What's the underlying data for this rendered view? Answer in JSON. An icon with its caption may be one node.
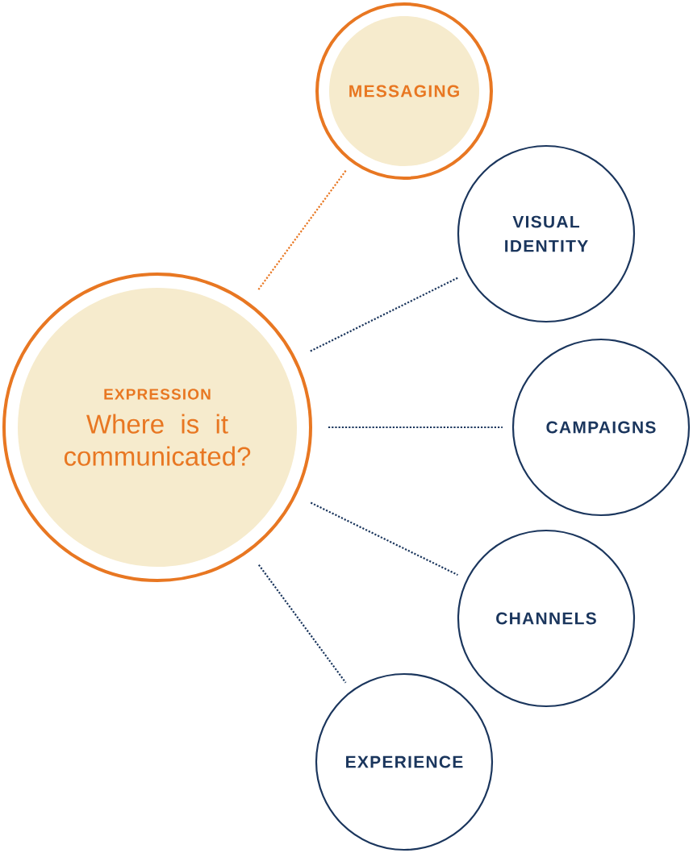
{
  "diagram": {
    "nodes": [
      {
        "text": [
          "EXPRESSION",
          "Where is it communicated?"
        ]
      },
      {
        "text": [
          "MESSAGING"
        ]
      },
      {
        "text": [
          "VISUAL IDENTITY"
        ]
      },
      {
        "text": [
          "CAMPAIGNS"
        ]
      },
      {
        "text": [
          "CHANNELS"
        ]
      },
      {
        "text": [
          "EXPERIENCE"
        ]
      }
    ],
    "edges": [
      {
        "from": 0,
        "to": 1,
        "arrow": "none",
        "color": "#e87722"
      },
      {
        "from": 0,
        "to": 2,
        "arrow": "none"
      },
      {
        "from": 0,
        "to": 3,
        "arrow": "none"
      },
      {
        "from": 0,
        "to": 4,
        "arrow": "none"
      },
      {
        "from": 0,
        "to": 5,
        "arrow": "none"
      }
    ]
  }
}
